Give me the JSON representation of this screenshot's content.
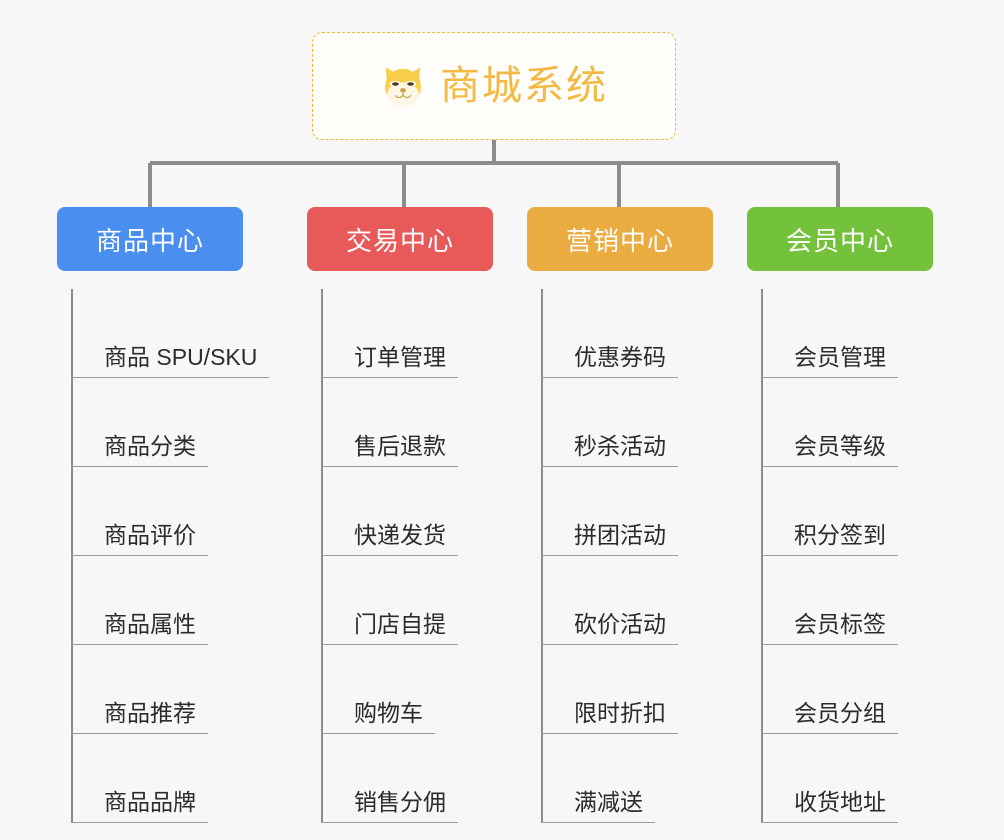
{
  "page": {
    "background_color": "#f7f7f7",
    "type": "mindmap"
  },
  "root": {
    "title": "商城系统",
    "icon": "shiba-dog-face-icon",
    "text_color": "#f3b944",
    "border_color": "#f0b63c",
    "background_color": "#fffefb"
  },
  "connector_color": "#8c8c8c",
  "branches": [
    {
      "label": "商品中心",
      "color": "#4a8ef0",
      "items": [
        "商品 SPU/SKU",
        "商品分类",
        "商品评价",
        "商品属性",
        "商品推荐",
        "商品品牌"
      ]
    },
    {
      "label": "交易中心",
      "color": "#e85a5a",
      "items": [
        "订单管理",
        "售后退款",
        "快递发货",
        "门店自提",
        "购物车",
        "销售分佣"
      ]
    },
    {
      "label": "营销中心",
      "color": "#eaab40",
      "items": [
        "优惠券码",
        "秒杀活动",
        "拼团活动",
        "砍价活动",
        "限时折扣",
        "满减送"
      ]
    },
    {
      "label": "会员中心",
      "color": "#74c13c",
      "items": [
        "会员管理",
        "会员等级",
        "积分签到",
        "会员标签",
        "会员分组",
        "收货地址"
      ]
    }
  ]
}
